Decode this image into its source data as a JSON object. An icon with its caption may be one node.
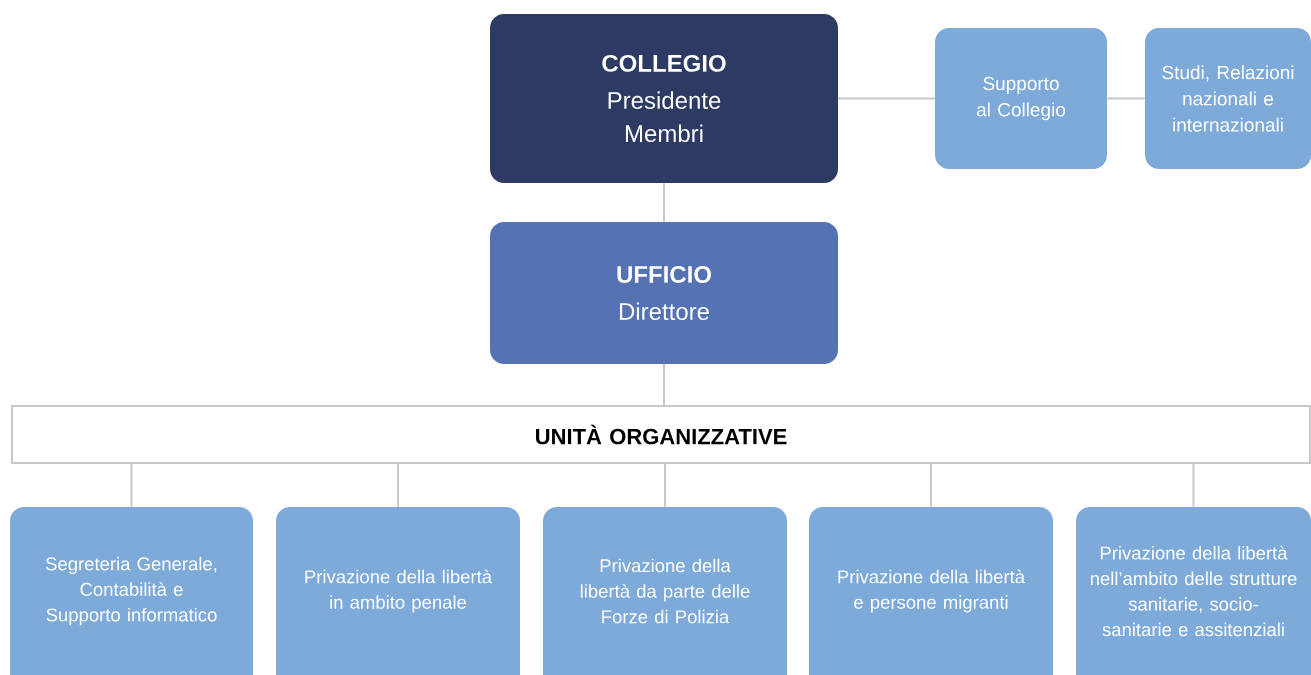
{
  "diagram": {
    "nodes": [
      {
        "text": [
          "COLLEGIO",
          "Presidente Membri"
        ]
      },
      {
        "text": [
          "Supporto al Collegio"
        ]
      },
      {
        "text": [
          "Studi, Relazioni nazionali e internazionali"
        ]
      },
      {
        "text": [
          "UFFICIO",
          "Direttore"
        ]
      },
      {
        "text": [
          "UNITÀ ORGANIZZATIVE"
        ]
      },
      {
        "text": [
          "Segreteria Generale, Contabilità e Supporto informatico"
        ]
      },
      {
        "text": [
          "Privazione della libertà in ambito penale"
        ]
      },
      {
        "text": [
          "Privazione della libertà da parte delle Forze di Polizia"
        ]
      },
      {
        "text": [
          "Privazione della libertà e persone migranti"
        ]
      },
      {
        "text": [
          "Privazione della libertà nell’ambito delle strutture sanitarie, socio-sanitarie e assitenziali"
        ]
      }
    ],
    "edges": [
      {
        "from": 0,
        "to": 1,
        "arrow": "none"
      },
      {
        "from": 1,
        "to": 2,
        "arrow": "none"
      },
      {
        "from": 0,
        "to": 3,
        "arrow": "none"
      },
      {
        "from": 3,
        "to": 4,
        "arrow": "none"
      },
      {
        "from": 4,
        "to": 5,
        "arrow": "none"
      },
      {
        "from": 4,
        "to": 6,
        "arrow": "none"
      },
      {
        "from": 4,
        "to": 7,
        "arrow": "none"
      },
      {
        "from": 4,
        "to": 8,
        "arrow": "none"
      },
      {
        "from": 4,
        "to": 9,
        "arrow": "none"
      }
    ]
  }
}
